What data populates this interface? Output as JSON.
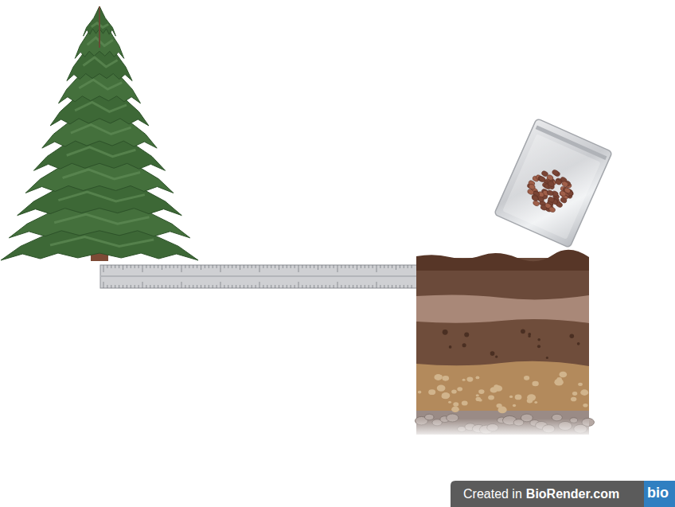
{
  "diagram": {
    "labels": [
      "Created in",
      "BioRender.com",
      "bio"
    ]
  }
}
